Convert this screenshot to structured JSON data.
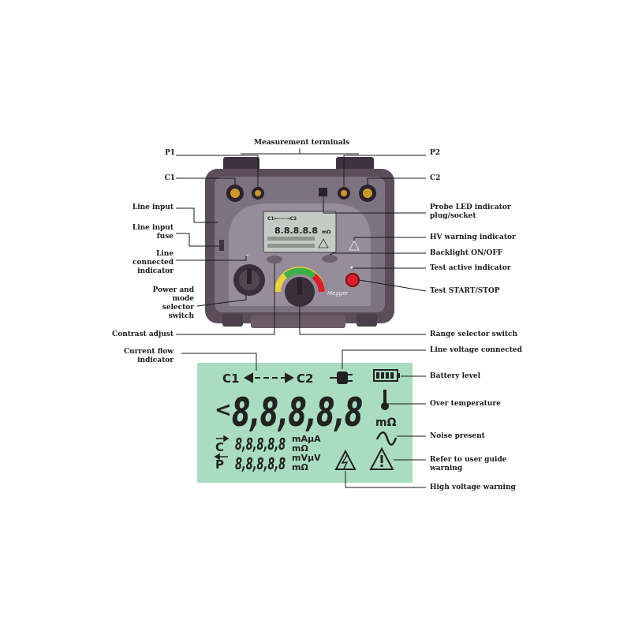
{
  "device": {
    "brand": "Megger",
    "small_lcd": {
      "c1c2": "C1←----→C2",
      "main": "8.8.8.8.8",
      "unit": "mΩ"
    }
  },
  "labels": {
    "measurement_terminals": "Measurement terminals",
    "p1": "P1",
    "c1": "C1",
    "p2": "P2",
    "c2": "C2",
    "line_input": "Line input",
    "line_input_fuse": "Line input\nfuse",
    "line_connected_indicator": "Line\nconnected\nindicator",
    "power_mode_selector": "Power and\nmode\nselector\nswitch",
    "contrast_adjust": "Contrast adjust",
    "probe_led": "Probe LED indicator\nplug/socket",
    "hv_warning_indicator": "HV warning indicator",
    "backlight": "Backlight ON/OFF",
    "test_active_indicator": "Test active indicator",
    "test_start_stop": "Test START/STOP",
    "range_selector": "Range selector switch",
    "current_flow_indicator": "Current flow\nindicator",
    "line_voltage_connected": "Line voltage connected",
    "battery_level": "Battery level",
    "over_temperature": "Over temperature",
    "noise_present": "Noise present",
    "refer_user_guide": "Refer to user guide\nwarning",
    "high_voltage_warning": "High voltage warning"
  },
  "lcd": {
    "c1": "C1",
    "c2": "C2",
    "main_digits": "8,8,8,8,8",
    "sub1_digits": "8,8,8,8,8",
    "sub2_digits": "8,8,8,8,8",
    "sub1_unit_top": "mAµA",
    "sub1_unit_bottom": "mΩ",
    "sub2_unit_top": "mVµV",
    "sub2_unit_bottom": "mΩ",
    "right_unit": "mΩ",
    "side_c": "C",
    "side_p": "P"
  },
  "colors": {
    "lcd_bg": "#a9dcc0",
    "case": "#5b4d5a",
    "panel": "#8f8492",
    "accent_red": "#d8202a"
  }
}
